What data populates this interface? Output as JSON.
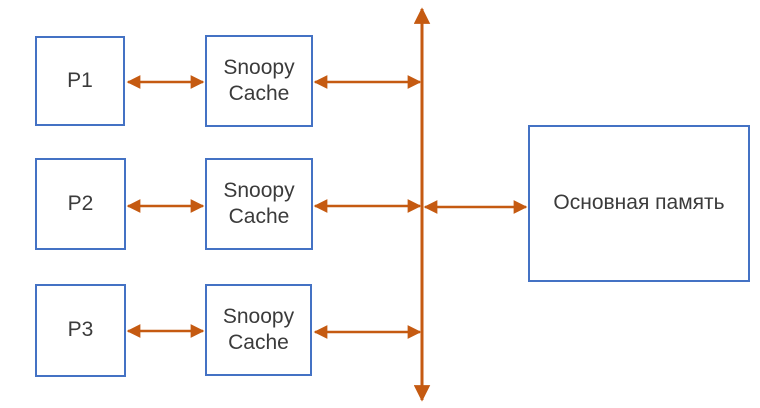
{
  "diagram": {
    "type": "block-diagram",
    "subject": "Snoopy cache coherence architecture with shared bus and main memory",
    "colors": {
      "box_border": "#4472C4",
      "box_fill": "#FFFFFF",
      "arrow": "#C55A11",
      "text": "#3B3B3B",
      "background": "#FFFFFF"
    },
    "nodes": {
      "p1": {
        "label": "P1"
      },
      "p2": {
        "label": "P2"
      },
      "p3": {
        "label": "P3"
      },
      "cache1": {
        "label": "Snoopy Cache"
      },
      "cache2": {
        "label": "Snoopy Cache"
      },
      "cache3": {
        "label": "Snoopy Cache"
      },
      "memory": {
        "label": "Основная память"
      }
    },
    "bus": {
      "orientation": "vertical",
      "style": "double-headed-arrow"
    },
    "connections": [
      {
        "from": "P1",
        "to": "Snoopy Cache (row 1)",
        "style": "bidirectional"
      },
      {
        "from": "Snoopy Cache (row 1)",
        "to": "bus",
        "style": "bidirectional"
      },
      {
        "from": "P2",
        "to": "Snoopy Cache (row 2)",
        "style": "bidirectional"
      },
      {
        "from": "Snoopy Cache (row 2)",
        "to": "bus",
        "style": "bidirectional"
      },
      {
        "from": "P3",
        "to": "Snoopy Cache (row 3)",
        "style": "bidirectional"
      },
      {
        "from": "Snoopy Cache (row 3)",
        "to": "bus",
        "style": "bidirectional"
      },
      {
        "from": "bus",
        "to": "Основная память",
        "style": "bidirectional"
      }
    ]
  }
}
